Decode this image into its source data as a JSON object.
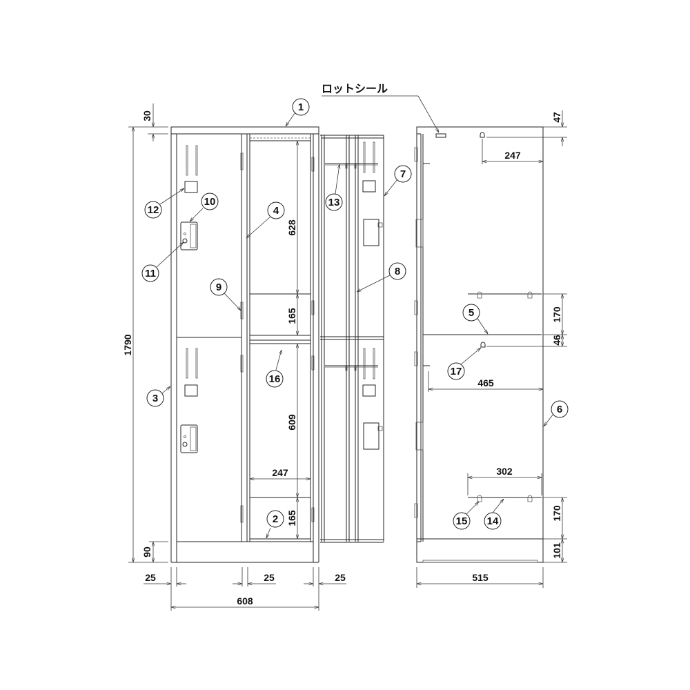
{
  "title_label": "ロットシール",
  "callouts": {
    "c1": "1",
    "c2": "2",
    "c3": "3",
    "c4": "4",
    "c5": "5",
    "c6": "6",
    "c7": "7",
    "c8": "8",
    "c9": "9",
    "c10": "10",
    "c11": "11",
    "c12": "12",
    "c13": "13",
    "c14": "14",
    "c15": "15",
    "c16": "16",
    "c17": "17"
  },
  "dimensions": {
    "top_frame": "30",
    "total_height": "1790",
    "base_height": "90",
    "upper_compartment": "628",
    "upper_shelf_gap": "165",
    "lower_compartment": "609",
    "lower_shelf_gap": "165",
    "inner_width": "247",
    "side_left": "25",
    "side_mid": "25",
    "side_right": "25",
    "total_width": "608",
    "side_top_offset": "47",
    "side_hook_depth": "247",
    "side_upper_shelf": "170",
    "side_shelf_offset": "46",
    "side_rod_depth": "465",
    "side_lower_shelf_depth": "302",
    "side_lower_shelf": "170",
    "side_base": "101",
    "total_depth": "515"
  }
}
